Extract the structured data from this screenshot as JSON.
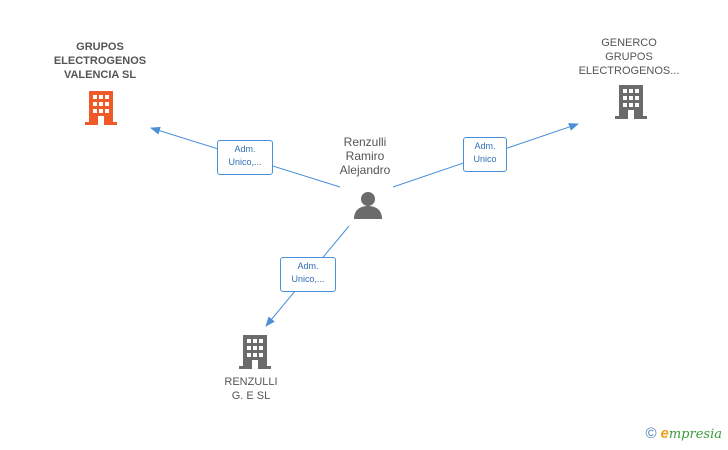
{
  "nodes": {
    "grupos": {
      "label": "GRUPOS\nELECTROGENOS\nVALENCIA  SL",
      "color": "#f05a28",
      "icon": "building-icon"
    },
    "generco": {
      "label": "GENERCO\nGRUPOS\nELECTROGENOS...",
      "color": "#6b6b6b",
      "icon": "building-icon"
    },
    "person": {
      "label": "Renzulli\nRamiro\nAlejandro",
      "color": "#6b6b6b",
      "icon": "person-icon"
    },
    "renzulli": {
      "label": "RENZULLI\nG.  E SL",
      "color": "#6b6b6b",
      "icon": "building-icon"
    }
  },
  "edges": {
    "to_grupos": {
      "label": "Adm.\nUnico,..."
    },
    "to_generco": {
      "label": "Adm.\nUnico"
    },
    "to_renzulli": {
      "label": "Adm.\nUnico,..."
    }
  },
  "colors": {
    "edge": "#4a90d9"
  },
  "footer": {
    "copyright": "©",
    "brand_initial": "e",
    "brand_rest": "mpresia"
  }
}
